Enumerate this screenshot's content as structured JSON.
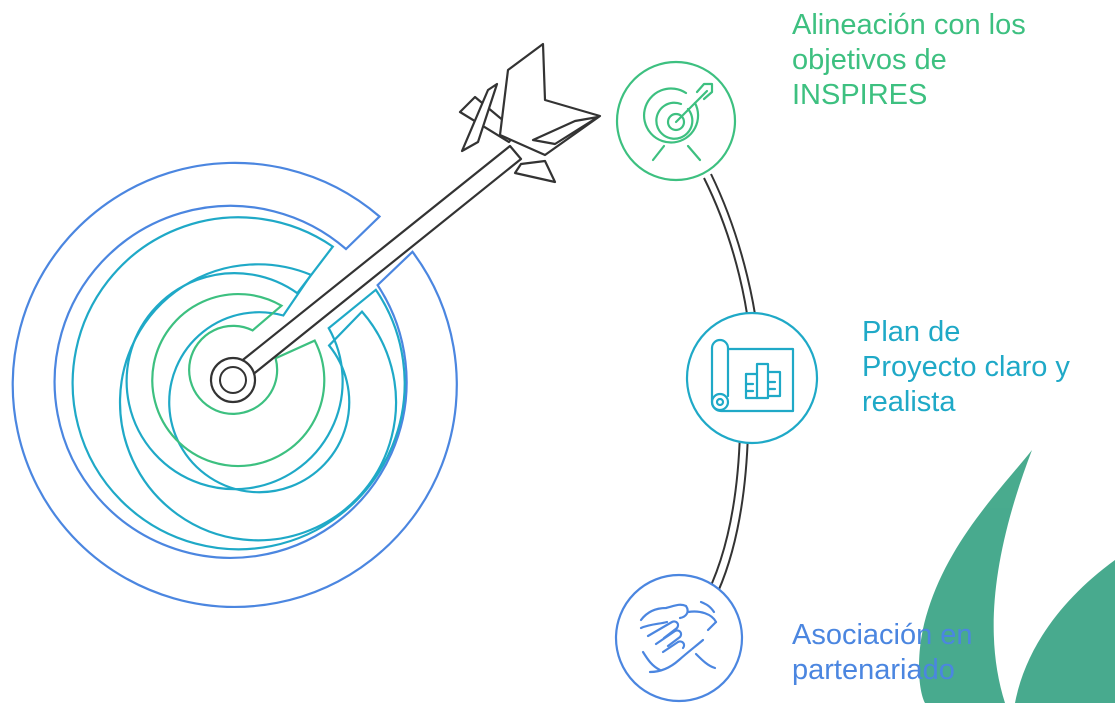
{
  "colors": {
    "green": "#3DC080",
    "cyan": "#1FA9C7",
    "blue": "#4B86E0",
    "dark": "#333333",
    "watermark": "#3FA688"
  },
  "steps": [
    {
      "icon": "target-arrow-icon",
      "color": "#3DC080",
      "label_lines": [
        "Alineación con los",
        "objetivos de",
        "INSPIRES"
      ]
    },
    {
      "icon": "blueprint-plan-icon",
      "color": "#1FA9C7",
      "label_lines": [
        "Plan de",
        "Proyecto claro y",
        "realista"
      ]
    },
    {
      "icon": "handshake-icon",
      "color": "#4B86E0",
      "label_lines": [
        "Asociación en",
        "partenariado"
      ]
    }
  ]
}
